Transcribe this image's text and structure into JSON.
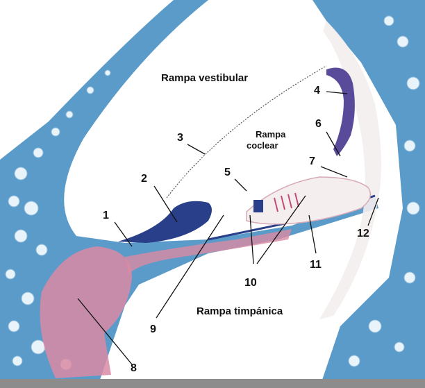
{
  "diagram": {
    "regions": {
      "scala_vestibuli": "Rampa vestibular",
      "scala_media_line1": "Rampa",
      "scala_media_line2": "coclear",
      "scala_tympani": "Rampa timpánica"
    },
    "callouts": [
      "1",
      "2",
      "3",
      "4",
      "5",
      "6",
      "7",
      "8",
      "9",
      "10",
      "11",
      "12"
    ]
  },
  "colors": {
    "bone_blue": "#5b9bc9",
    "bone_light": "#a9cde6",
    "nerve_pink": "#d98aa3",
    "tissue_pale": "#f4eeee",
    "stria_purple": "#5a4a9a",
    "limbus_dark": "#2a3f8a"
  }
}
